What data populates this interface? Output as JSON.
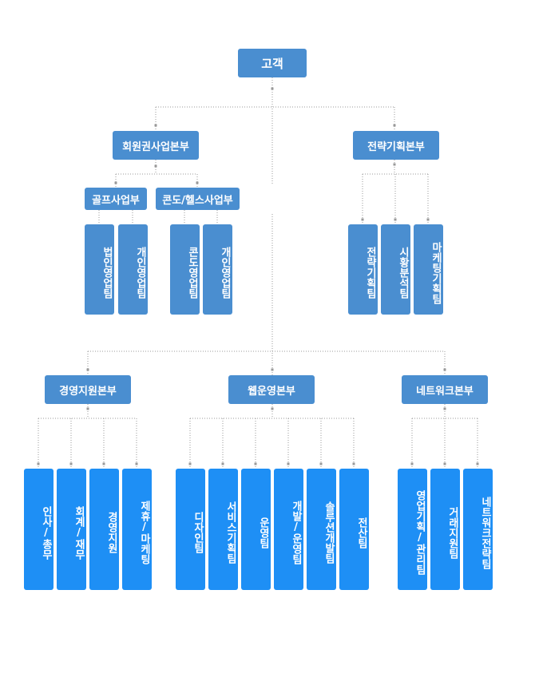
{
  "root": "고객",
  "divisions": {
    "member_business": "회원권사업본부",
    "strategy_planning": "전략기획본부",
    "management_support": "경영지원본부",
    "web_operations": "웹운영본부",
    "network": "네트워크본부"
  },
  "sub_divisions": {
    "golf": "골프사업부",
    "condo_health": "콘도/헬스사업부"
  },
  "teams": {
    "golf": [
      "법인영업팀",
      "개인영업팀"
    ],
    "condo_health": [
      "콘도영업팀",
      "개인영업팀"
    ],
    "strategy_planning": [
      "전략기획팀",
      "시황분석팀",
      "마케팅기획팀"
    ],
    "management_support": [
      "인사/총무",
      "회계/재무",
      "경영지원",
      "제휴/마케팅"
    ],
    "web_operations": [
      "디자인팀",
      "서비스기획팀",
      "운영팀",
      "개발/운영팀",
      "솔루션개발팀",
      "전산팀"
    ],
    "network": [
      "영업기획/관리팀",
      "거래지원팀",
      "네트워크전략팀"
    ]
  },
  "colors": {
    "upper_boxes": "#4a8ed0",
    "lower_teams": "#1e8ff5",
    "connector": "#999999"
  }
}
